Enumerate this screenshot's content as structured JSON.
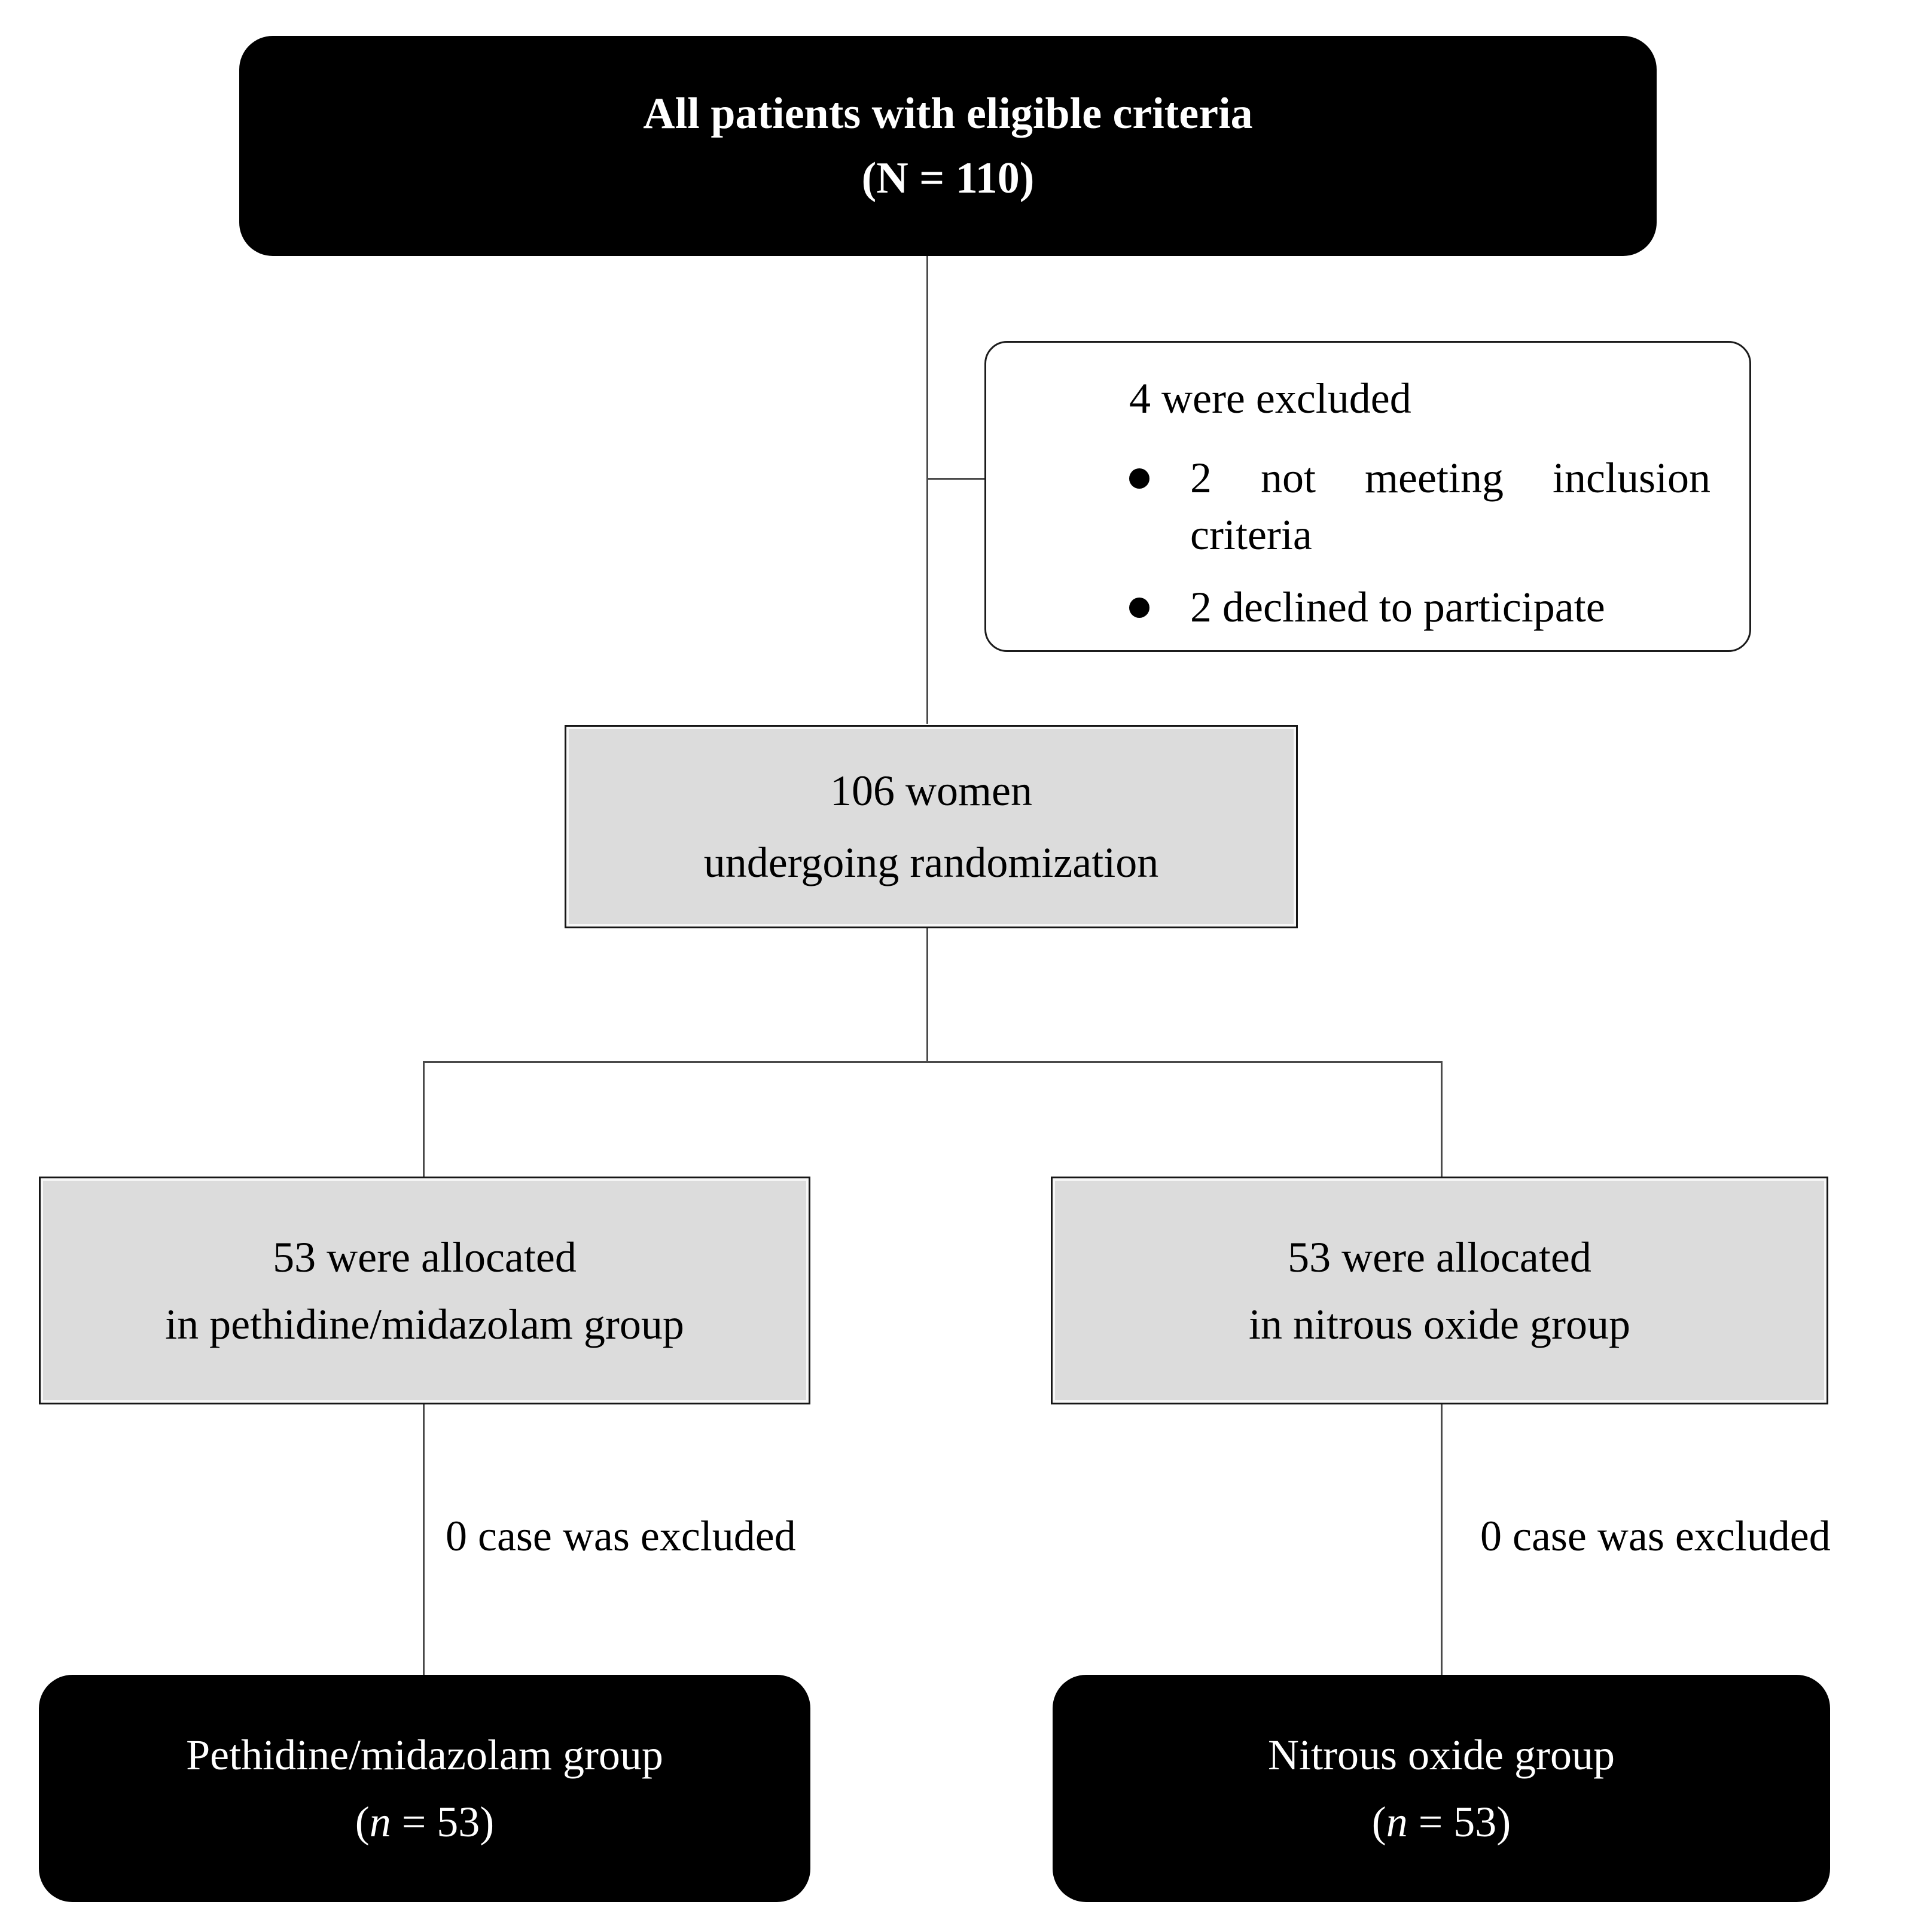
{
  "top_box": {
    "line1": "All patients with eligible criteria",
    "line2": "(N = 110)"
  },
  "excluded_box": {
    "heading": "4 were excluded",
    "bullets": [
      "2 not meeting inclusion criteria",
      "2 declined to participate"
    ]
  },
  "randomization_box": {
    "line1": "106 women",
    "line2": "undergoing randomization"
  },
  "left_allocation_box": {
    "line1": "53 were allocated",
    "line2": "in pethidine/midazolam group"
  },
  "right_allocation_box": {
    "line1": "53 were allocated",
    "line2": "in nitrous oxide group"
  },
  "left_exclusion_label": "0 case was excluded",
  "right_exclusion_label": "0 case was excluded",
  "left_final_box": {
    "line1": "Pethidine/midazolam group",
    "n_open": "(",
    "n_var": "n",
    "n_rest": " = 53)"
  },
  "right_final_box": {
    "line1": "Nitrous oxide group",
    "n_open": "(",
    "n_var": "n",
    "n_rest": " = 53)"
  },
  "colors": {
    "black_box_fill": "#000000",
    "gray_box_fill": "#dcdcdc",
    "connector_line": "#4a4a4a",
    "white_box_border": "#1c1c1c"
  }
}
